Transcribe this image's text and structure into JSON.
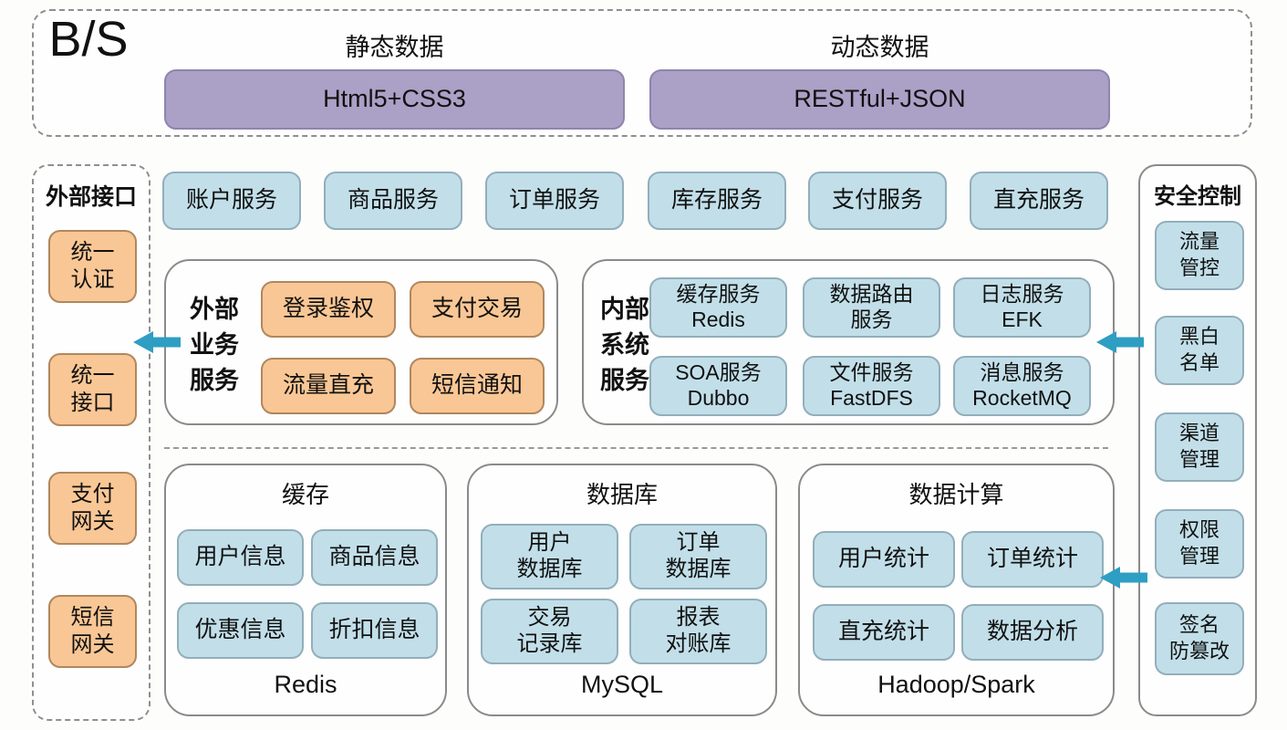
{
  "title_label": "B/S",
  "top": {
    "columns": [
      {
        "header": "静态数据",
        "box": "Html5+CSS3"
      },
      {
        "header": "动态数据",
        "box": "RESTful+JSON"
      }
    ]
  },
  "left_panel": {
    "title": "外部接口",
    "items": [
      "统一\n认证",
      "统一\n接口",
      "支付\n网关",
      "短信\n网关"
    ]
  },
  "service_row": [
    "账户服务",
    "商品服务",
    "订单服务",
    "库存服务",
    "支付服务",
    "直充服务"
  ],
  "external_biz": {
    "title": "外部\n业务\n服务",
    "items": [
      "登录鉴权",
      "支付交易",
      "流量直充",
      "短信通知"
    ]
  },
  "internal_sys": {
    "title": "内部\n系统\n服务",
    "items": [
      "缓存服务\nRedis",
      "数据路由\n服务",
      "日志服务\nEFK",
      "SOA服务\nDubbo",
      "文件服务\nFastDFS",
      "消息服务\nRocketMQ"
    ]
  },
  "bottom_groups": [
    {
      "title": "缓存",
      "items": [
        "用户信息",
        "商品信息",
        "优惠信息",
        "折扣信息"
      ],
      "footer": "Redis"
    },
    {
      "title": "数据库",
      "items": [
        "用户\n数据库",
        "订单\n数据库",
        "交易\n记录库",
        "报表\n对账库"
      ],
      "footer": "MySQL"
    },
    {
      "title": "数据计算",
      "items": [
        "用户统计",
        "订单统计",
        "直充统计",
        "数据分析"
      ],
      "footer": "Hadoop/Spark"
    }
  ],
  "right_panel": {
    "title": "安全控制",
    "items": [
      "流量\n管控",
      "黑白\n名单",
      "渠道\n管理",
      "权限\n管理",
      "签名\n防篡改"
    ]
  },
  "colors": {
    "node_blue": "#c2dfe9",
    "node_blue_border": "#92aeba",
    "node_orange": "#f9c795",
    "node_orange_border": "#b0875e",
    "node_purple": "#aba0c6",
    "node_purple_border": "#9084ad",
    "arrow_teal": "#2e9ec3",
    "panel_border": "#8a8a8a"
  }
}
